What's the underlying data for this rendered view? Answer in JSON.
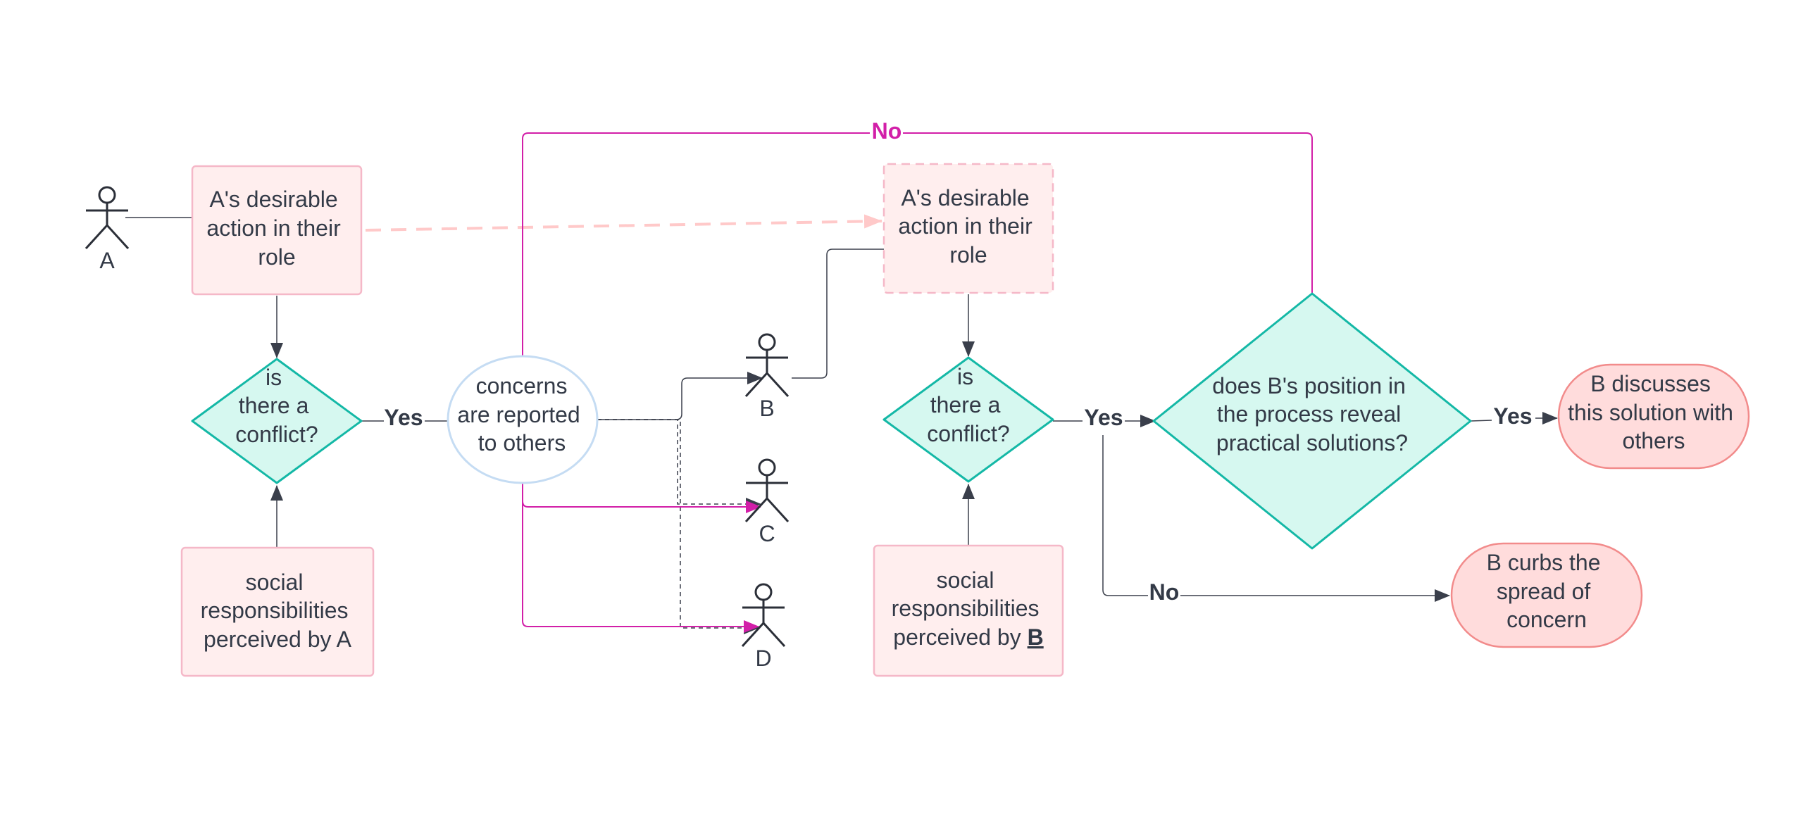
{
  "diagram": {
    "colors": {
      "process_fill": "#ffeeee",
      "process_stroke": "#f5b8c8",
      "decision_fill": "#d6f8f0",
      "decision_stroke": "#14b8a6",
      "terminal_fill": "#ffdcdc",
      "terminal_stroke": "#f28b8b",
      "ellipse_stroke": "#c5dcf3",
      "connector": "#3a3f4b",
      "highlight": "#d21fa8",
      "dashed_link": "#ffc9c9",
      "text": "#333a47"
    },
    "actors": {
      "a": "A",
      "b": "B",
      "c": "C",
      "d": "D"
    },
    "nodes": {
      "action_a": [
        "A's desirable",
        "action in their",
        "role"
      ],
      "action_a_copy": [
        "A's desirable",
        "action in their",
        "role"
      ],
      "conflict_1": [
        "is",
        "there a",
        "conflict?"
      ],
      "conflict_2": [
        "is",
        "there a",
        "conflict?"
      ],
      "social_a": [
        "social",
        "responsibilities",
        "perceived by A"
      ],
      "social_b_prefix": "perceived by ",
      "social_b_lines": [
        "social",
        "responsibilities"
      ],
      "social_b_emphasis": "B",
      "concerns": [
        "concerns",
        "are reported",
        "to others"
      ],
      "position_decision": [
        "does B's position in",
        "the process reveal",
        "practical solutions?"
      ],
      "b_discusses": [
        "B discusses",
        "this solution with",
        "others"
      ],
      "b_curbs": [
        "B curbs the",
        "spread of",
        "concern"
      ]
    },
    "edge_labels": {
      "yes_1": "Yes",
      "yes_2": "Yes",
      "yes_3": "Yes",
      "no_loop": "No",
      "no_curbs": "No"
    }
  }
}
